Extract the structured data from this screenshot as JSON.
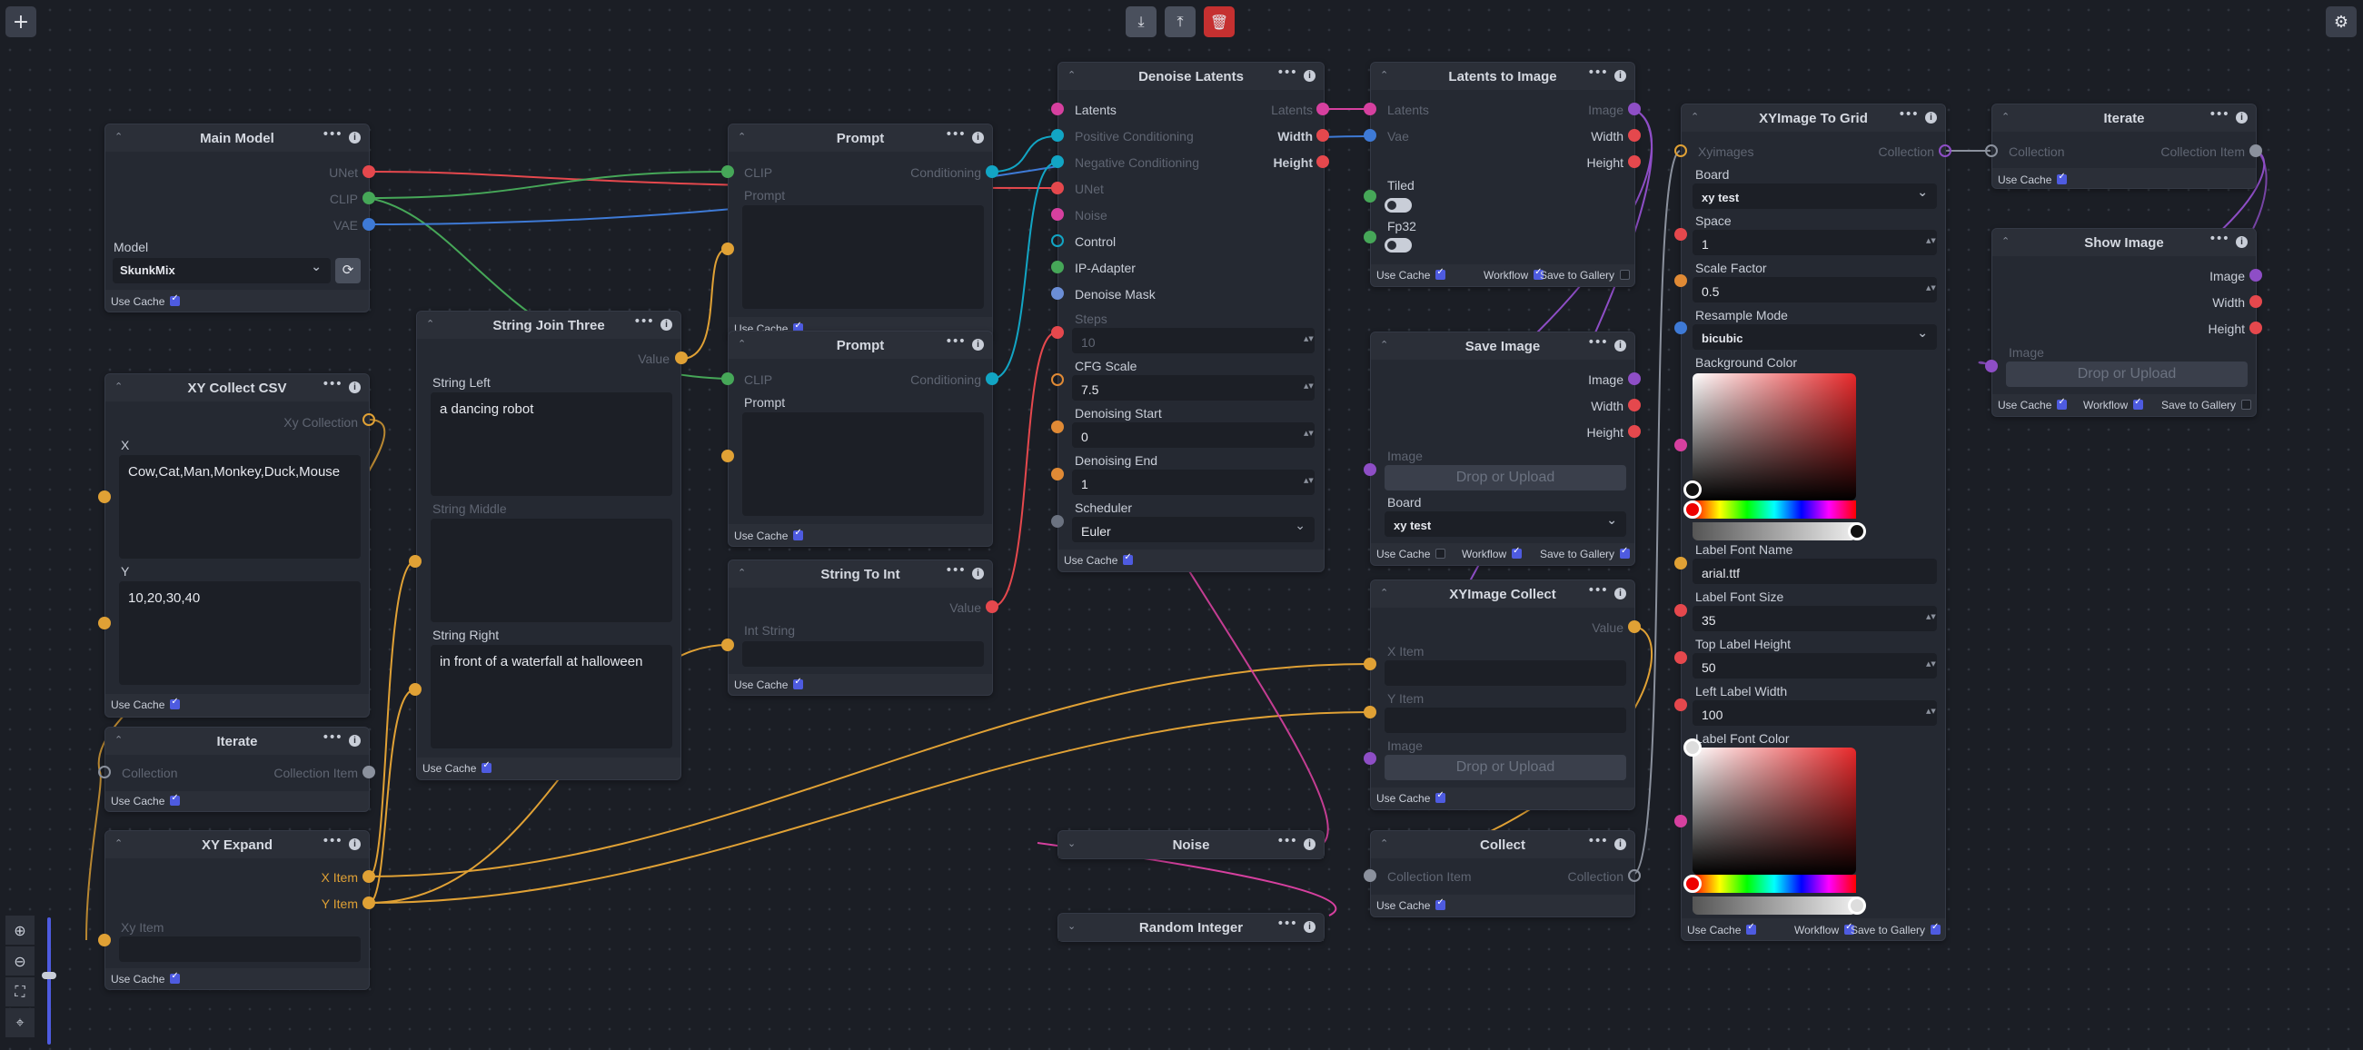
{
  "toolbar": {
    "add_icon": "plus-icon",
    "download_icon": "download-icon",
    "upload_icon": "upload-icon",
    "delete_icon": "trash-icon",
    "settings_icon": "gear-icon"
  },
  "common": {
    "use_cache": "Use Cache",
    "workflow": "Workflow",
    "save_to_gallery": "Save to Gallery",
    "drop_or_upload": "Drop or Upload"
  },
  "main_model": {
    "title": "Main Model",
    "unet": "UNet",
    "clip": "CLIP",
    "vae": "VAE",
    "model_label": "Model",
    "model_value": "SkunkMix"
  },
  "xy_collect_csv": {
    "title": "XY Collect CSV",
    "xy_collection": "Xy Collection",
    "x_label": "X",
    "x_value": "Cow,Cat,Man,Monkey,Duck,Mouse",
    "y_label": "Y",
    "y_value": "10,20,30,40"
  },
  "iterate_left": {
    "title": "Iterate",
    "collection": "Collection",
    "collection_item": "Collection Item"
  },
  "xy_expand": {
    "title": "XY Expand",
    "x_item": "X Item",
    "y_item": "Y Item",
    "xy_item": "Xy Item"
  },
  "string_join_three": {
    "title": "String Join Three",
    "value": "Value",
    "string_left": "String Left",
    "string_left_value": "a dancing robot",
    "string_middle": "String Middle",
    "string_right": "String Right",
    "string_right_value": "in front of a waterfall at halloween"
  },
  "prompt1": {
    "title": "Prompt",
    "clip": "CLIP",
    "conditioning": "Conditioning",
    "prompt": "Prompt"
  },
  "prompt2": {
    "title": "Prompt",
    "clip": "CLIP",
    "conditioning": "Conditioning",
    "prompt": "Prompt"
  },
  "string_to_int": {
    "title": "String To Int",
    "value": "Value",
    "int_string": "Int String"
  },
  "denoise_latents": {
    "title": "Denoise Latents",
    "latents_in": "Latents",
    "latents_out": "Latents",
    "positive": "Positive Conditioning",
    "width": "Width",
    "negative": "Negative Conditioning",
    "height": "Height",
    "unet": "UNet",
    "noise": "Noise",
    "control": "Control",
    "ip_adapter": "IP-Adapter",
    "denoise_mask": "Denoise Mask",
    "steps": "Steps",
    "steps_value": "10",
    "cfg_scale": "CFG Scale",
    "cfg_value": "7.5",
    "denoising_start": "Denoising Start",
    "denoising_start_value": "0",
    "denoising_end": "Denoising End",
    "denoising_end_value": "1",
    "scheduler": "Scheduler",
    "scheduler_value": "Euler"
  },
  "noise_node": {
    "title": "Noise"
  },
  "random_integer": {
    "title": "Random Integer"
  },
  "latents_to_image": {
    "title": "Latents to Image",
    "latents": "Latents",
    "image": "Image",
    "vae": "Vae",
    "width": "Width",
    "height": "Height",
    "tiled": "Tiled",
    "fp32": "Fp32"
  },
  "save_image": {
    "title": "Save Image",
    "image_out": "Image",
    "width": "Width",
    "height": "Height",
    "image_in": "Image",
    "board": "Board",
    "board_value": "xy test"
  },
  "xyimage_collect": {
    "title": "XYImage Collect",
    "value": "Value",
    "x_item": "X Item",
    "y_item": "Y Item",
    "image": "Image"
  },
  "collect": {
    "title": "Collect",
    "collection_item": "Collection Item",
    "collection": "Collection"
  },
  "xyimage_to_grid": {
    "title": "XYImage To Grid",
    "xyimages": "Xyimages",
    "collection": "Collection",
    "board": "Board",
    "board_value": "xy test",
    "space": "Space",
    "space_value": "1",
    "scale_factor": "Scale Factor",
    "scale_factor_value": "0.5",
    "resample_mode": "Resample Mode",
    "resample_mode_value": "bicubic",
    "background_color": "Background Color",
    "label_font_name": "Label Font Name",
    "label_font_name_value": "arial.ttf",
    "label_font_size": "Label Font Size",
    "label_font_size_value": "35",
    "top_label_height": "Top Label Height",
    "top_label_height_value": "50",
    "left_label_width": "Left Label Width",
    "left_label_width_value": "100",
    "label_font_color": "Label Font Color"
  },
  "iterate_right": {
    "title": "Iterate",
    "collection": "Collection",
    "collection_item": "Collection Item"
  },
  "show_image": {
    "title": "Show Image",
    "image_out": "Image",
    "width": "Width",
    "height": "Height",
    "image_in": "Image"
  },
  "zoom_controls": {
    "zoom_in_icon": "zoom-in-icon",
    "zoom_out_icon": "zoom-out-icon",
    "fit_icon": "fit-view-icon",
    "minimap_icon": "map-pin-icon"
  },
  "colors": {
    "unet": "#e5484d",
    "clip": "#46a758",
    "vae": "#3e7ad6",
    "conditioning": "#12a5c4",
    "latents": "#d6409f",
    "image": "#8e4ec6",
    "int": "#e5484d",
    "string": "#e0a135",
    "collection": "#8b919d",
    "accent": "#4e5be0"
  }
}
